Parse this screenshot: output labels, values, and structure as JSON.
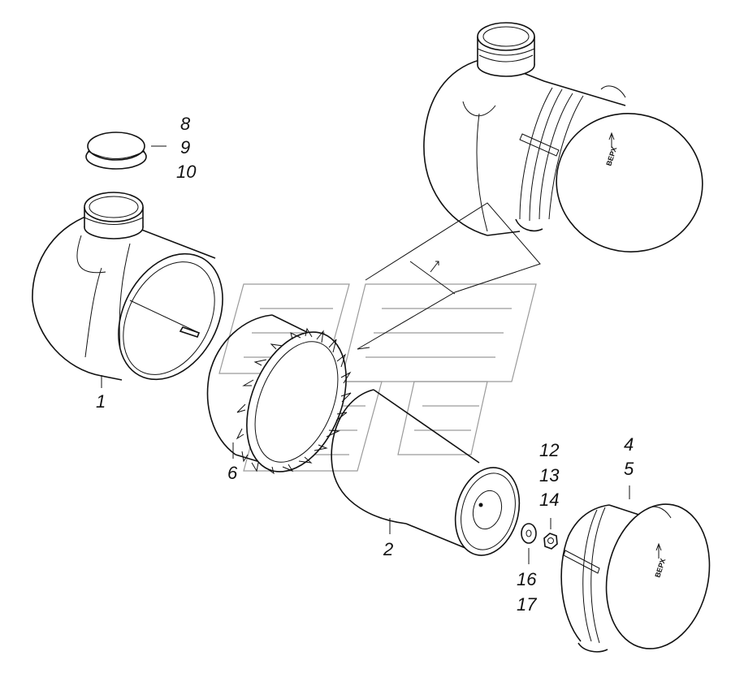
{
  "callouts": {
    "housing": "1",
    "filter_element": "2",
    "cover_a": "4",
    "cover_b": "5",
    "swirl_ring": "6",
    "cap_a": "8",
    "cap_b": "9",
    "cap_c": "10",
    "hw_a": "12",
    "hw_b": "13",
    "hw_c": "14",
    "washer_a": "16",
    "washer_b": "17"
  },
  "cover_marking": "ВЕРХ",
  "colors": {
    "line": "#111111",
    "watermark": "#9a9a9a",
    "background": "#ffffff"
  }
}
